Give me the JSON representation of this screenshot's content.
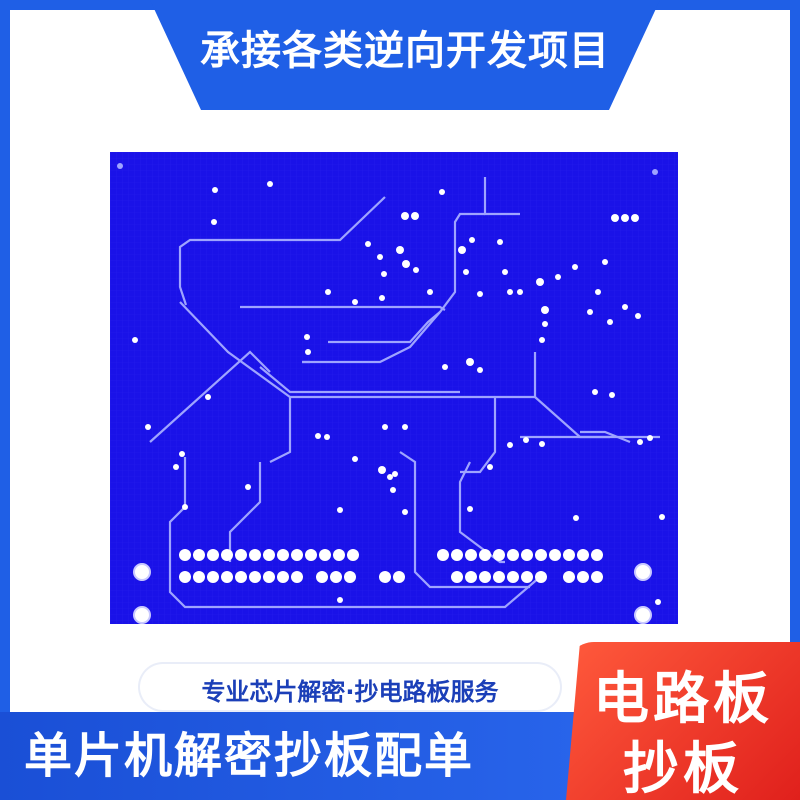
{
  "header": {
    "title": "承接各类逆向开发项目"
  },
  "pcb": {
    "image_alt": "blue PCB layout with traces and pads"
  },
  "tagline": "专业芯片解密·抄电路板服务",
  "bottom": {
    "title": "单片机解密抄板配单"
  },
  "badge": {
    "line1": "电路板",
    "line2": "抄板"
  },
  "colors": {
    "brand_blue": "#1f5fe6",
    "pcb_blue": "#1a12e8",
    "badge_red": "#e0201c"
  }
}
